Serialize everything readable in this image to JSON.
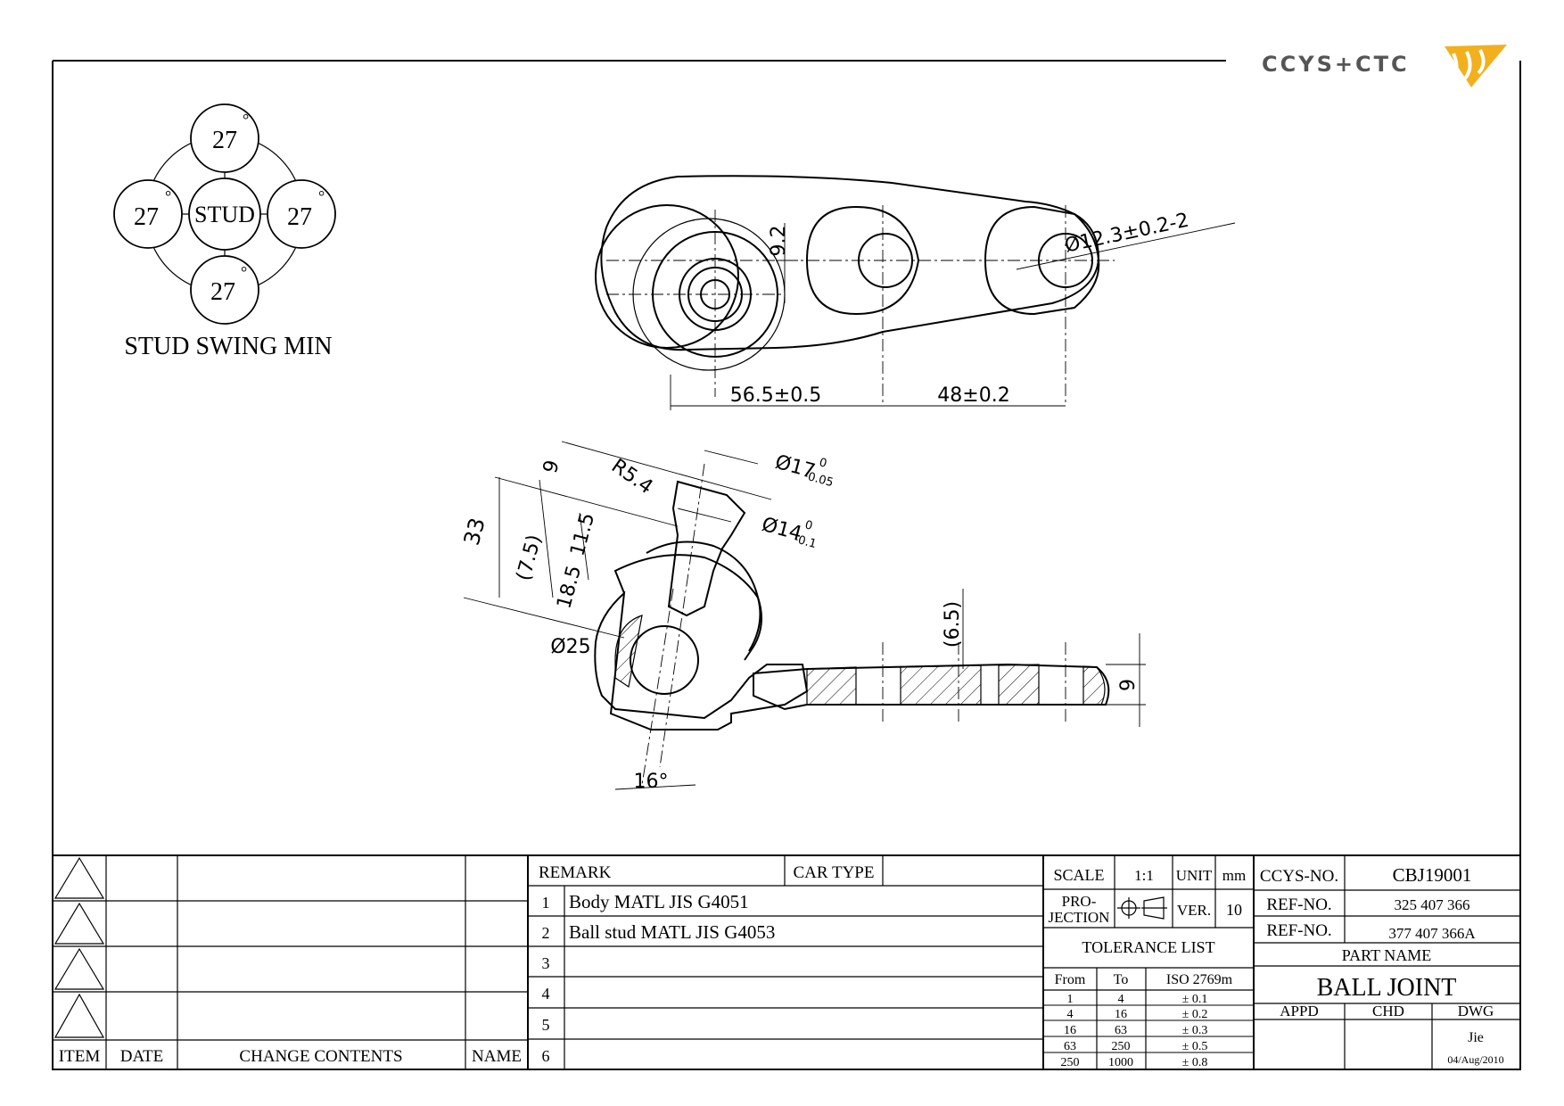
{
  "logo": {
    "text": "CCYS+CTC",
    "accent_color": "#f2b01e"
  },
  "swing": {
    "top": "27",
    "left": "27",
    "right": "27",
    "bottom": "27",
    "center": "STUD",
    "degree_mark": "°",
    "caption": "STUD SWING MIN"
  },
  "dims": {
    "top_9_2": "9.2",
    "top_dia": "Ø12.3±0.2-2",
    "top_56_5": "56.5±0.5",
    "top_48": "48±0.2",
    "d_9": "9",
    "d_R": "R5.4",
    "d_17": "Ø17",
    "d_17_tol_upper": "0",
    "d_17_tol_lower": "-0.05",
    "d_14": "Ø14",
    "d_14_tol_upper": "0",
    "d_14_tol_lower": "-0.1",
    "d_33": "33",
    "d_7_5": "(7.5)",
    "d_11_5": "11.5",
    "d_18_5": "18.5",
    "d_25": "Ø25",
    "d_6_5": "(6.5)",
    "d_9_right": "9",
    "d_16": "16°"
  },
  "revision": {
    "headers": {
      "item": "ITEM",
      "date": "DATE",
      "change": "CHANGE CONTENTS",
      "name": "NAME"
    }
  },
  "remark": {
    "header": "REMARK",
    "car_type_label": "CAR TYPE",
    "car_type_value": "",
    "rows": [
      {
        "no": "1",
        "text": "Body MATL JIS G4051"
      },
      {
        "no": "2",
        "text": "Ball stud MATL JIS G4053"
      },
      {
        "no": "3",
        "text": ""
      },
      {
        "no": "4",
        "text": ""
      },
      {
        "no": "5",
        "text": ""
      },
      {
        "no": "6",
        "text": ""
      }
    ]
  },
  "info": {
    "scale_label": "SCALE",
    "scale_value": "1:1",
    "unit_label": "UNIT",
    "unit_value": "mm",
    "projection_label_1": "PRO-",
    "projection_label_2": "JECTION",
    "ver_label": "VER.",
    "ver_value": "10",
    "tolerance_title": "TOLERANCE LIST",
    "tol_headers": {
      "from": "From",
      "to": "To",
      "iso": "ISO 2769m"
    },
    "tol_rows": [
      {
        "from": "1",
        "to": "4",
        "tol": "± 0.1"
      },
      {
        "from": "4",
        "to": "16",
        "tol": "± 0.2"
      },
      {
        "from": "16",
        "to": "63",
        "tol": "± 0.3"
      },
      {
        "from": "63",
        "to": "250",
        "tol": "± 0.5"
      },
      {
        "from": "250",
        "to": "1000",
        "tol": "± 0.8"
      }
    ]
  },
  "title": {
    "ccys_label": "CCYS-NO.",
    "ccys_value": "CBJ19001",
    "ref1_label": "REF-NO.",
    "ref1_value": "325 407 366",
    "ref2_label": "REF-NO.",
    "ref2_value": "377 407 366A",
    "part_name_label": "PART NAME",
    "part_name": "BALL JOINT",
    "appd_label": "APPD",
    "chd_label": "CHD",
    "dwg_label": "DWG",
    "drawer": "Jie",
    "date": "04/Aug/2010"
  }
}
